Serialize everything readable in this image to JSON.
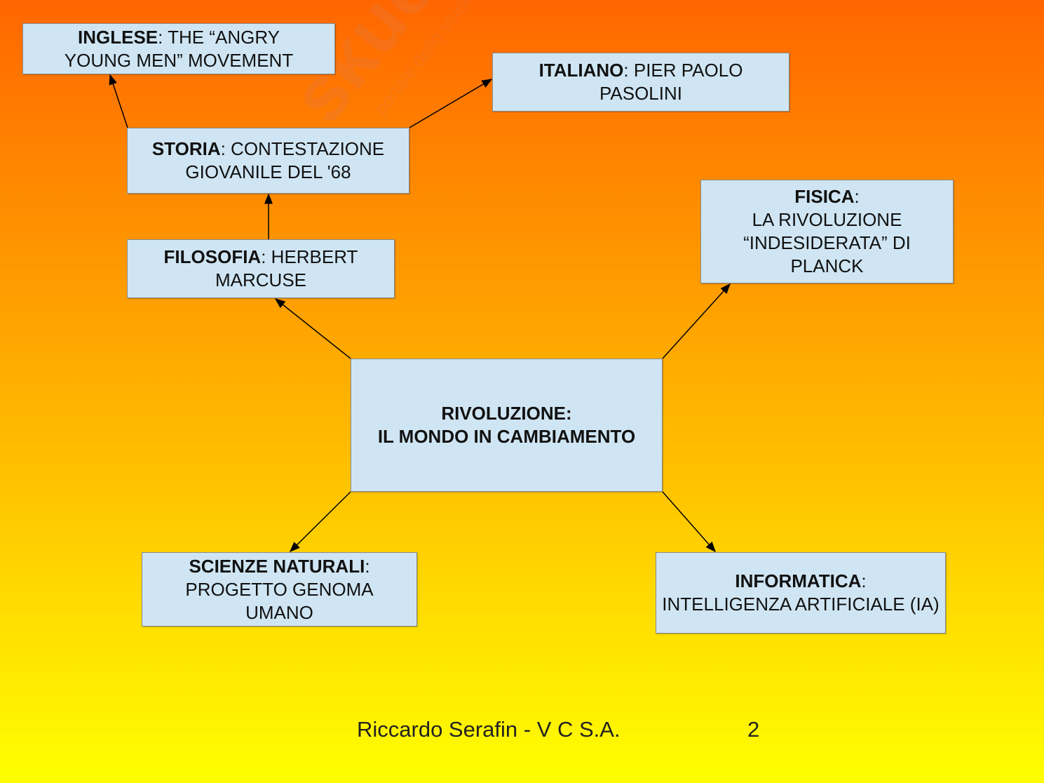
{
  "watermark": {
    "brand": "skuola.net",
    "tagline": "portale dello studente"
  },
  "nodes": {
    "inglese": {
      "subject": "INGLESE",
      "text": ": THE “ANGRY YOUNG MEN” MOVEMENT"
    },
    "italiano": {
      "subject": "ITALIANO",
      "text": ": PIER PAOLO PASOLINI"
    },
    "storia": {
      "subject": "STORIA",
      "text": ": CONTESTAZIONE GIOVANILE DEL '68"
    },
    "fisica": {
      "subject": "FISICA",
      "text": ":",
      "line2": "LA RIVOLUZIONE “INDESIDERATA” DI PLANCK"
    },
    "filosofia": {
      "subject": "FILOSOFIA",
      "text": ": HERBERT MARCUSE"
    },
    "center": {
      "line1": "RIVOLUZIONE:",
      "line2": "IL MONDO IN CAMBIAMENTO"
    },
    "scienze": {
      "subject": "SCIENZE NATURALI",
      "text": ":",
      "line2": "PROGETTO GENOMA UMANO"
    },
    "informatica": {
      "subject": "INFORMATICA",
      "text": ":",
      "line2": "INTELLIGENZA ARTIFICIALE (IA)"
    }
  },
  "footer": {
    "author": "Riccardo Serafin - V C S.A.",
    "page": "2"
  }
}
